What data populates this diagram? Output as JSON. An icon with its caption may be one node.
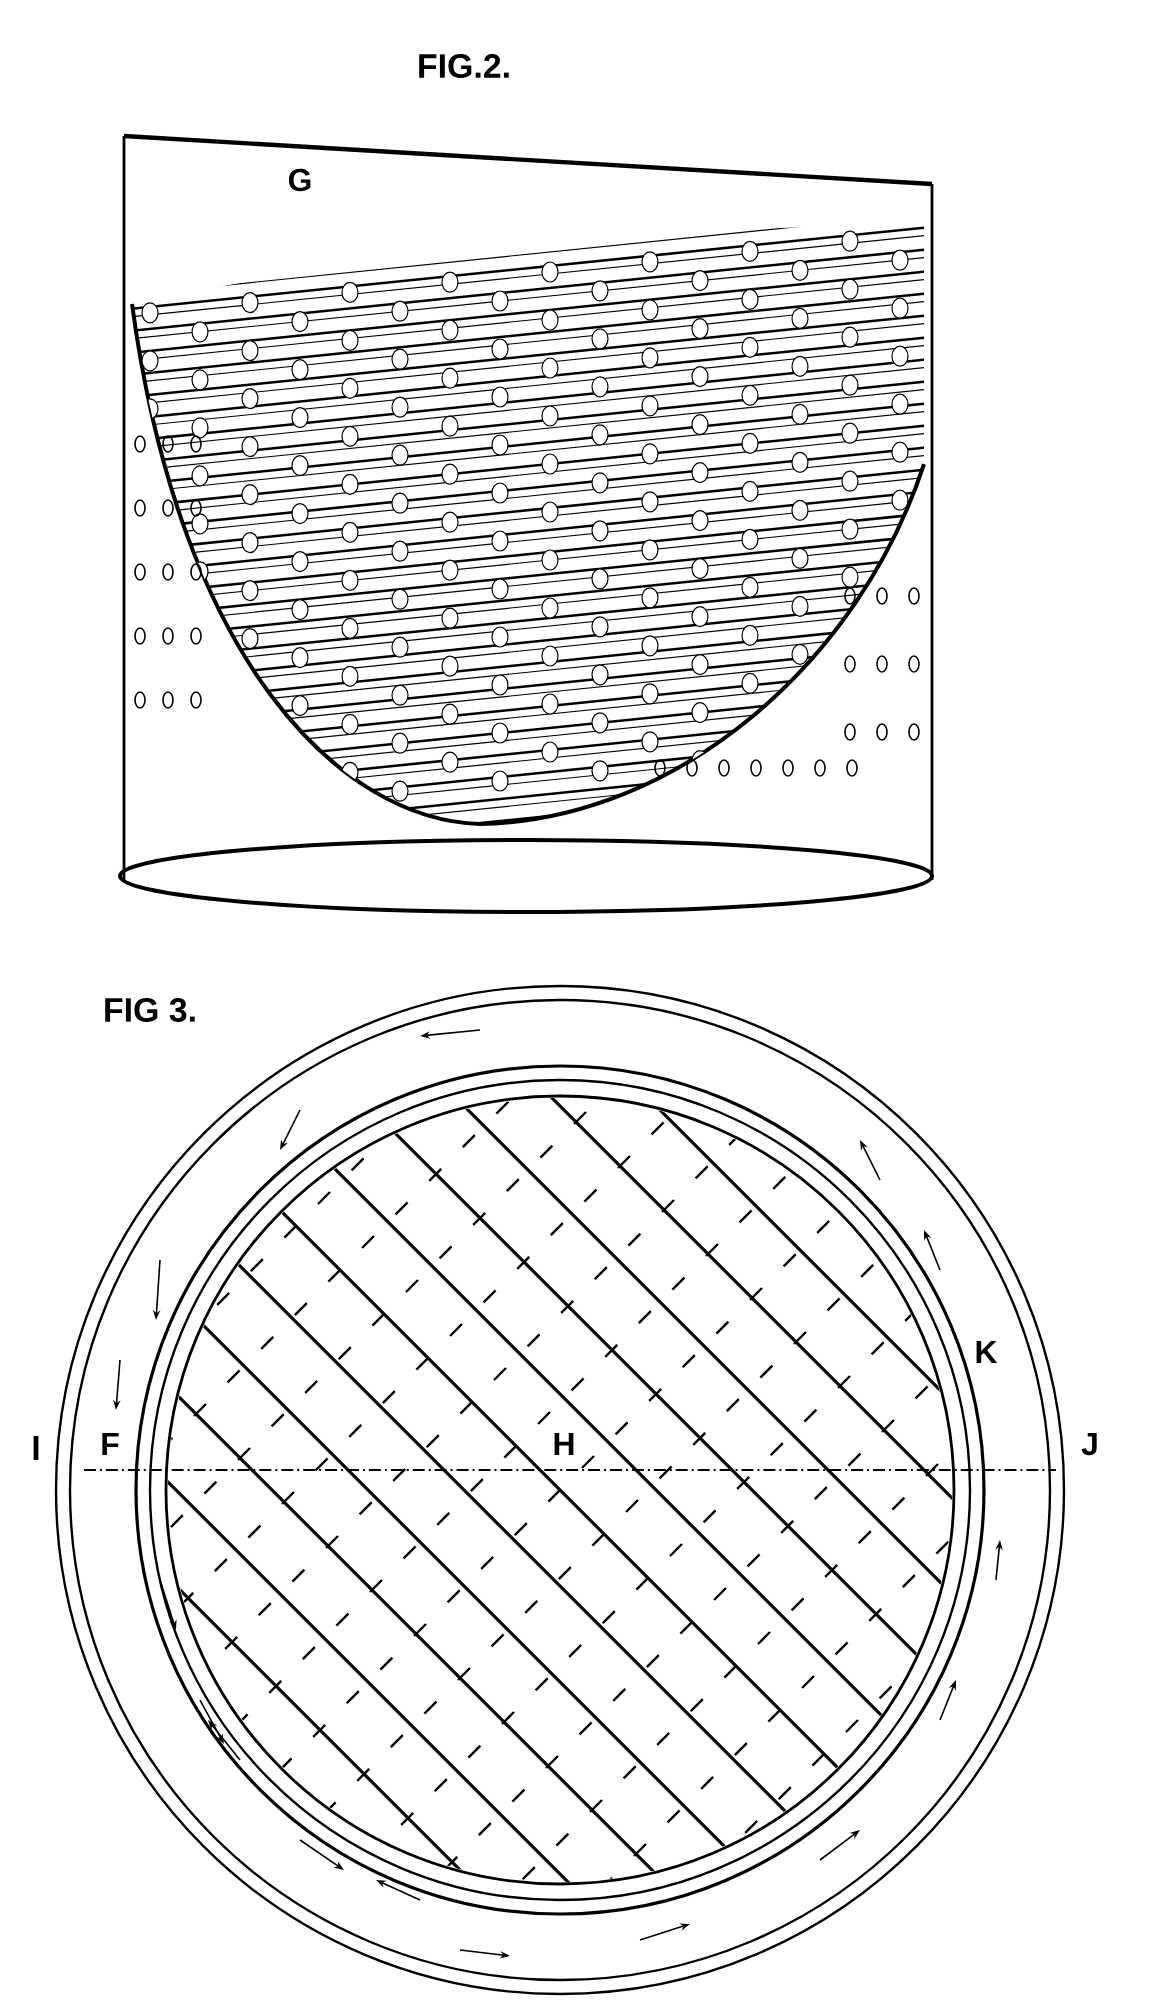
{
  "diagram": {
    "labels": [
      "FIG.2.",
      "G",
      "FIG 3.",
      "F",
      "H",
      "J",
      "K"
    ]
  }
}
